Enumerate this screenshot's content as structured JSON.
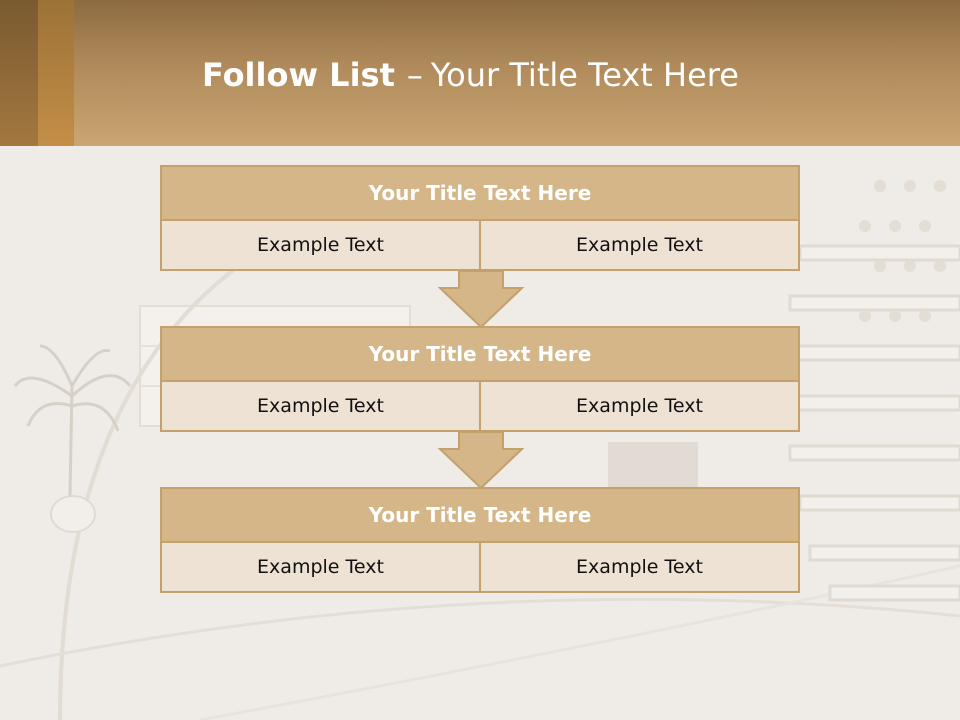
{
  "header": {
    "title_bold": "Follow List",
    "title_separator": "–",
    "title_rest": "Your Title Text Here"
  },
  "blocks": [
    {
      "title": "Your Title Text Here",
      "cells": [
        "Example Text",
        "Example Text"
      ]
    },
    {
      "title": "Your Title Text Here",
      "cells": [
        "Example Text",
        "Example Text"
      ]
    },
    {
      "title": "Your Title Text Here",
      "cells": [
        "Example Text",
        "Example Text"
      ]
    }
  ],
  "colors": {
    "header_band": "#c9a673",
    "block_title_fill": "#d4b688",
    "block_cell_fill": "#ede2d4",
    "border": "#c4a06a",
    "arrow_fill": "#d4b688"
  }
}
